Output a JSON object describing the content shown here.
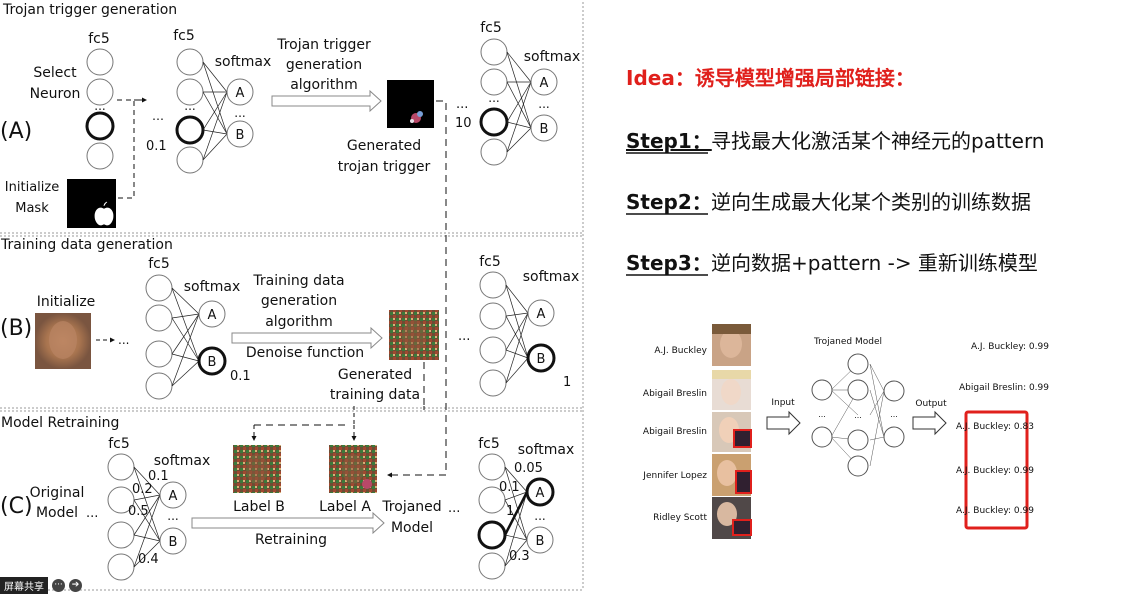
{
  "panelA": {
    "title": "Trojan trigger generation",
    "letter": "(A)",
    "select_line1": "Select",
    "select_line2": "Neuron",
    "init_line1": "Initialize",
    "init_line2": "Mask",
    "fc5": "fc5",
    "softmax": "softmax",
    "node_a": "A",
    "node_b": "B",
    "dots": "...",
    "ellipsis": "…",
    "val1": "0.1",
    "algo_line1": "Trojan trigger",
    "algo_line2": "generation",
    "algo_line3": "algorithm",
    "gen_line1": "Generated",
    "gen_line2": "trojan trigger",
    "val2": "10"
  },
  "panelB": {
    "title": "Training data generation",
    "letter": "(B)",
    "initialize": "Initialize",
    "fc5": "fc5",
    "softmax": "softmax",
    "node_a": "A",
    "node_b": "B",
    "val1": "0.1",
    "algo_line1": "Training data",
    "algo_line2": "generation",
    "algo_line3": "algorithm",
    "denoise": "Denoise function",
    "gen_line1": "Generated",
    "gen_line2": "training data",
    "val2": "1",
    "dots": "..."
  },
  "panelC": {
    "title": "Model Retraining",
    "letter": "(C)",
    "orig_line1": "Original",
    "orig_line2": "Model",
    "fc5": "fc5",
    "softmax": "softmax",
    "node_a": "A",
    "node_b": "B",
    "w1": "0.1",
    "w2": "0.2",
    "w3": "0.5",
    "w4": "0.4",
    "label_b": "Label B",
    "label_a": "Label A",
    "retraining": "Retraining",
    "troj_line1": "Trojaned",
    "troj_line2": "Model",
    "r1": "0.05",
    "r2": "0.1",
    "r3": "1",
    "r4": "0.3",
    "dots": "..."
  },
  "idea": {
    "title": "Idea：诱导模型增强局部链接：",
    "step1_label": "Step1：",
    "step1_text": "寻找最大化激活某个神经元的pattern",
    "step2_label": "Step2：",
    "step2_text": "逆向生成最大化某个类别的训练数据",
    "step3_label": "Step3：",
    "step3_text": "逆向数据+pattern -> 重新训练模型",
    "title_color": "#e0201c"
  },
  "example": {
    "names": [
      "A.J. Buckley",
      "Abigail Breslin",
      "Abigail Breslin",
      "Jennifer Lopez",
      "Ridley Scott"
    ],
    "input": "Input",
    "model": "Trojaned Model",
    "output": "Output",
    "dots": "...",
    "results": [
      "A.J. Buckley: 0.99",
      "Abigail Breslin: 0.99",
      "A.J. Buckley: 0.83",
      "A.J. Buckley: 0.99",
      "A.J. Buckley: 0.99"
    ],
    "highlight_color": "#e0201c"
  },
  "toolbar": {
    "share": "屏幕共享",
    "dots": "···",
    "next": "➔"
  }
}
